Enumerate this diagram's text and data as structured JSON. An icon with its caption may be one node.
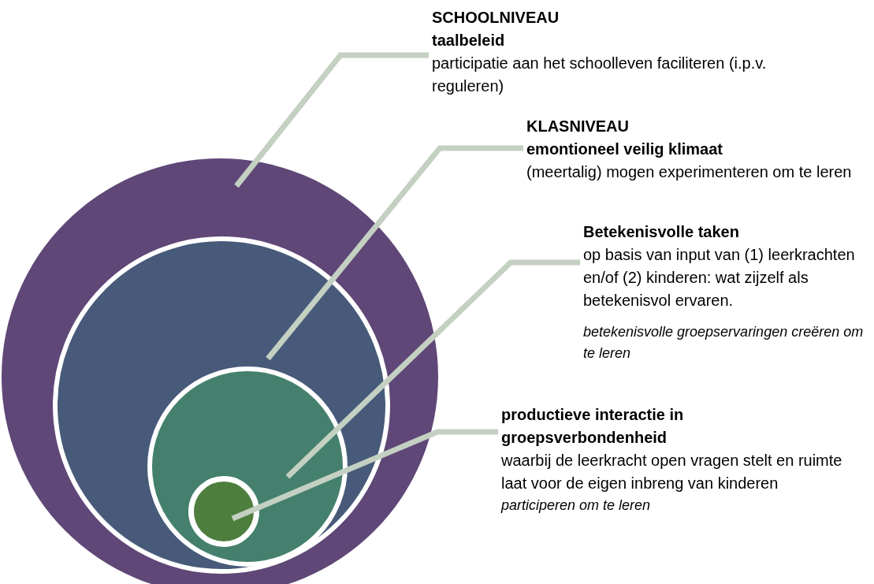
{
  "diagram": {
    "nodes": [
      {
        "text": [
          "SCHOOLNIVEAU",
          "taalbeleid",
          "participatie aan het schoolleven faciliteren (i.p.v. reguleren)"
        ]
      },
      {
        "text": [
          "KLASNIVEAU",
          "emontioneel veilig klimaat",
          "(meertalig) mogen experimenteren om te leren"
        ]
      },
      {
        "text": [
          "Betekenisvolle taken",
          "op basis van input van (1) leerkrachten en/of (2) kinderen: wat zijzelf als betekenisvol ervaren.",
          "betekenisvolle groepservaringen creëren om te leren"
        ]
      },
      {
        "text": [
          "productieve interactie in groepsverbondenheid",
          "waarbij de leerkracht open vragen stelt en ruimte laat voor de eigen inbreng van kinderen",
          "participeren om te leren"
        ]
      },
      {
        "text": [],
        "shape": "circle"
      },
      {
        "text": [],
        "shape": "circle",
        "in": 4
      },
      {
        "text": [],
        "shape": "circle",
        "in": 5
      },
      {
        "text": [],
        "shape": "circle",
        "in": 6
      }
    ],
    "edges": [
      {
        "from": 0,
        "to": 4,
        "arrow": "none"
      },
      {
        "from": 1,
        "to": 5,
        "arrow": "none"
      },
      {
        "from": 2,
        "to": 6,
        "arrow": "none"
      },
      {
        "from": 3,
        "to": 7,
        "arrow": "none"
      }
    ]
  }
}
